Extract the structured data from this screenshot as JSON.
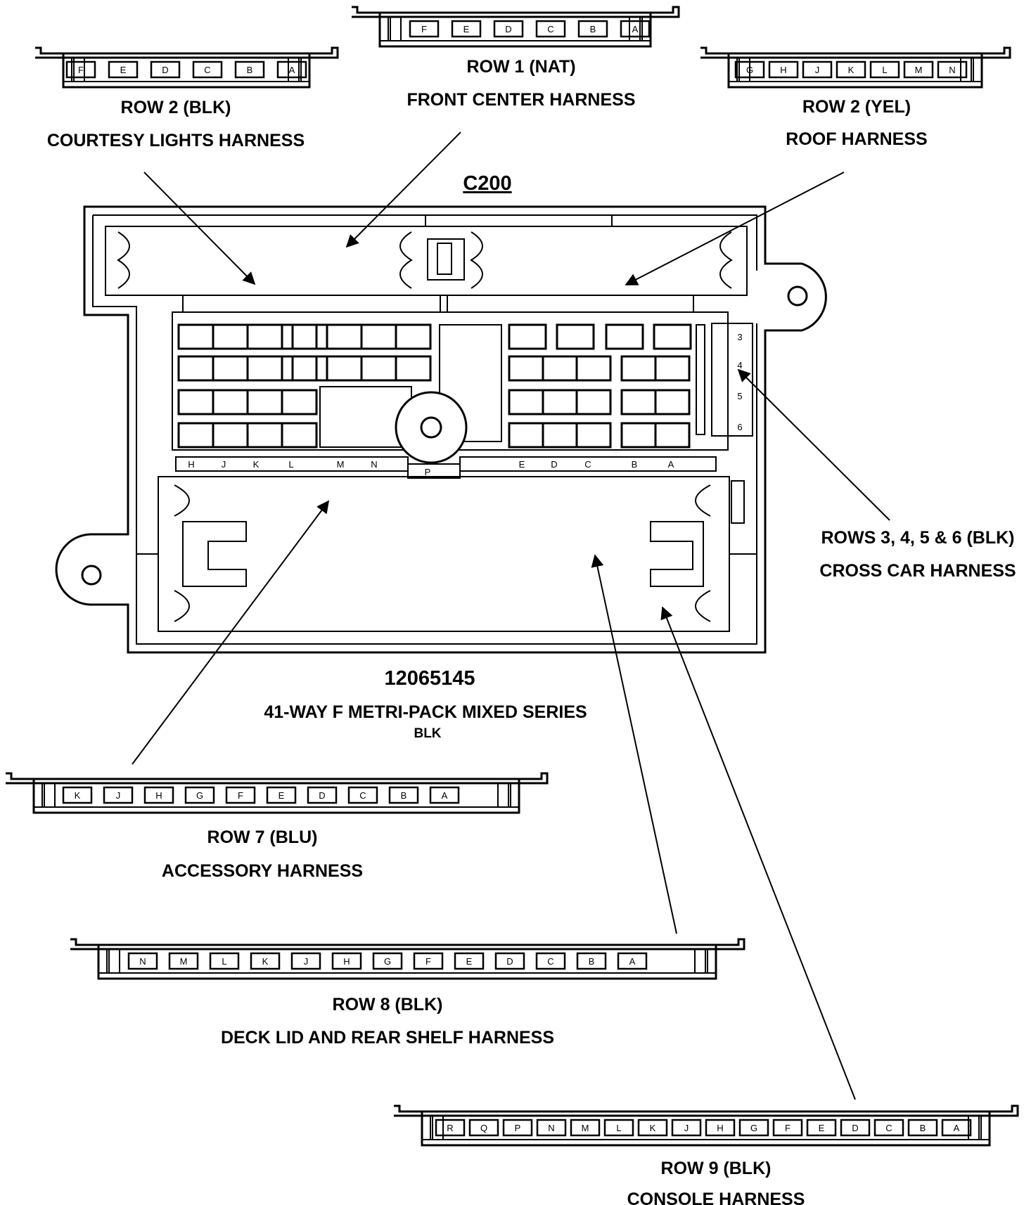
{
  "connector": {
    "id": "C200",
    "part_number": "12065145",
    "description": "41-WAY F METRI-PACK MIXED SERIES",
    "color": "BLK",
    "face_top_pins": [
      "H",
      "J",
      "K",
      "L",
      "M",
      "N",
      "P",
      "E",
      "D",
      "C",
      "B",
      "A"
    ],
    "side_pins": [
      "3",
      "4",
      "5",
      "6"
    ]
  },
  "harnesses": [
    {
      "key": "row2blk",
      "row": "ROW 2 (BLK)",
      "name": "COURTESY LIGHTS HARNESS",
      "pins": [
        "F",
        "E",
        "D",
        "C",
        "B",
        "A"
      ]
    },
    {
      "key": "row1nat",
      "row": "ROW 1 (NAT)",
      "name": "FRONT CENTER HARNESS",
      "pins": [
        "F",
        "E",
        "D",
        "C",
        "B",
        "A"
      ]
    },
    {
      "key": "row2yel",
      "row": "ROW 2 (YEL)",
      "name": "ROOF HARNESS",
      "pins": [
        "G",
        "H",
        "J",
        "K",
        "L",
        "M",
        "N"
      ]
    },
    {
      "key": "rows3456",
      "row": "ROWS 3, 4, 5 & 6 (BLK)",
      "name": "CROSS CAR HARNESS",
      "pins": []
    },
    {
      "key": "row7blu",
      "row": "ROW 7 (BLU)",
      "name": "ACCESSORY HARNESS",
      "pins": [
        "K",
        "J",
        "H",
        "G",
        "F",
        "E",
        "D",
        "C",
        "B",
        "A"
      ]
    },
    {
      "key": "row8blk",
      "row": "ROW 8 (BLK)",
      "name": "DECK LID AND REAR SHELF HARNESS",
      "pins": [
        "N",
        "M",
        "L",
        "K",
        "J",
        "H",
        "G",
        "F",
        "E",
        "D",
        "C",
        "B",
        "A"
      ]
    },
    {
      "key": "row9blk",
      "row": "ROW 9 (BLK)",
      "name": "CONSOLE HARNESS",
      "pins": [
        "R",
        "Q",
        "P",
        "N",
        "M",
        "L",
        "K",
        "J",
        "H",
        "G",
        "F",
        "E",
        "D",
        "C",
        "B",
        "A"
      ]
    }
  ]
}
